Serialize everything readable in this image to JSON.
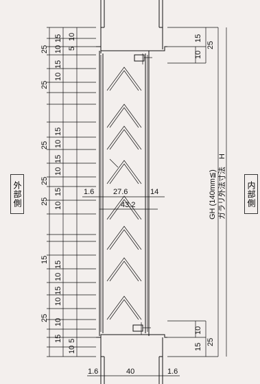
{
  "labels": {
    "exterior": "外部側",
    "interior": "内部側",
    "glass_height": "GH (140mm≦)",
    "glass_outer": "ガラリ外法寸法　H"
  },
  "left_dims_outer": [
    "25",
    "25",
    "25",
    "25",
    "25",
    "15",
    "25"
  ],
  "left_dims_inner": [
    "15",
    "10",
    "15",
    "10",
    "15",
    "10",
    "15",
    "10",
    "15",
    "10",
    "15",
    "10",
    "15",
    "10",
    "10",
    "15"
  ],
  "left_small_top": [
    "10",
    "5"
  ],
  "left_small_bottom": [
    "5",
    "10"
  ],
  "right_top": [
    "10",
    "15",
    "25"
  ],
  "right_bottom": [
    "10",
    "15",
    "25"
  ],
  "mid_dims": {
    "a": "1.6",
    "b": "27.6",
    "c": "14",
    "d": "43.2"
  },
  "bottom_dims": {
    "left": "1.6",
    "mid": "40",
    "right": "1.6"
  }
}
